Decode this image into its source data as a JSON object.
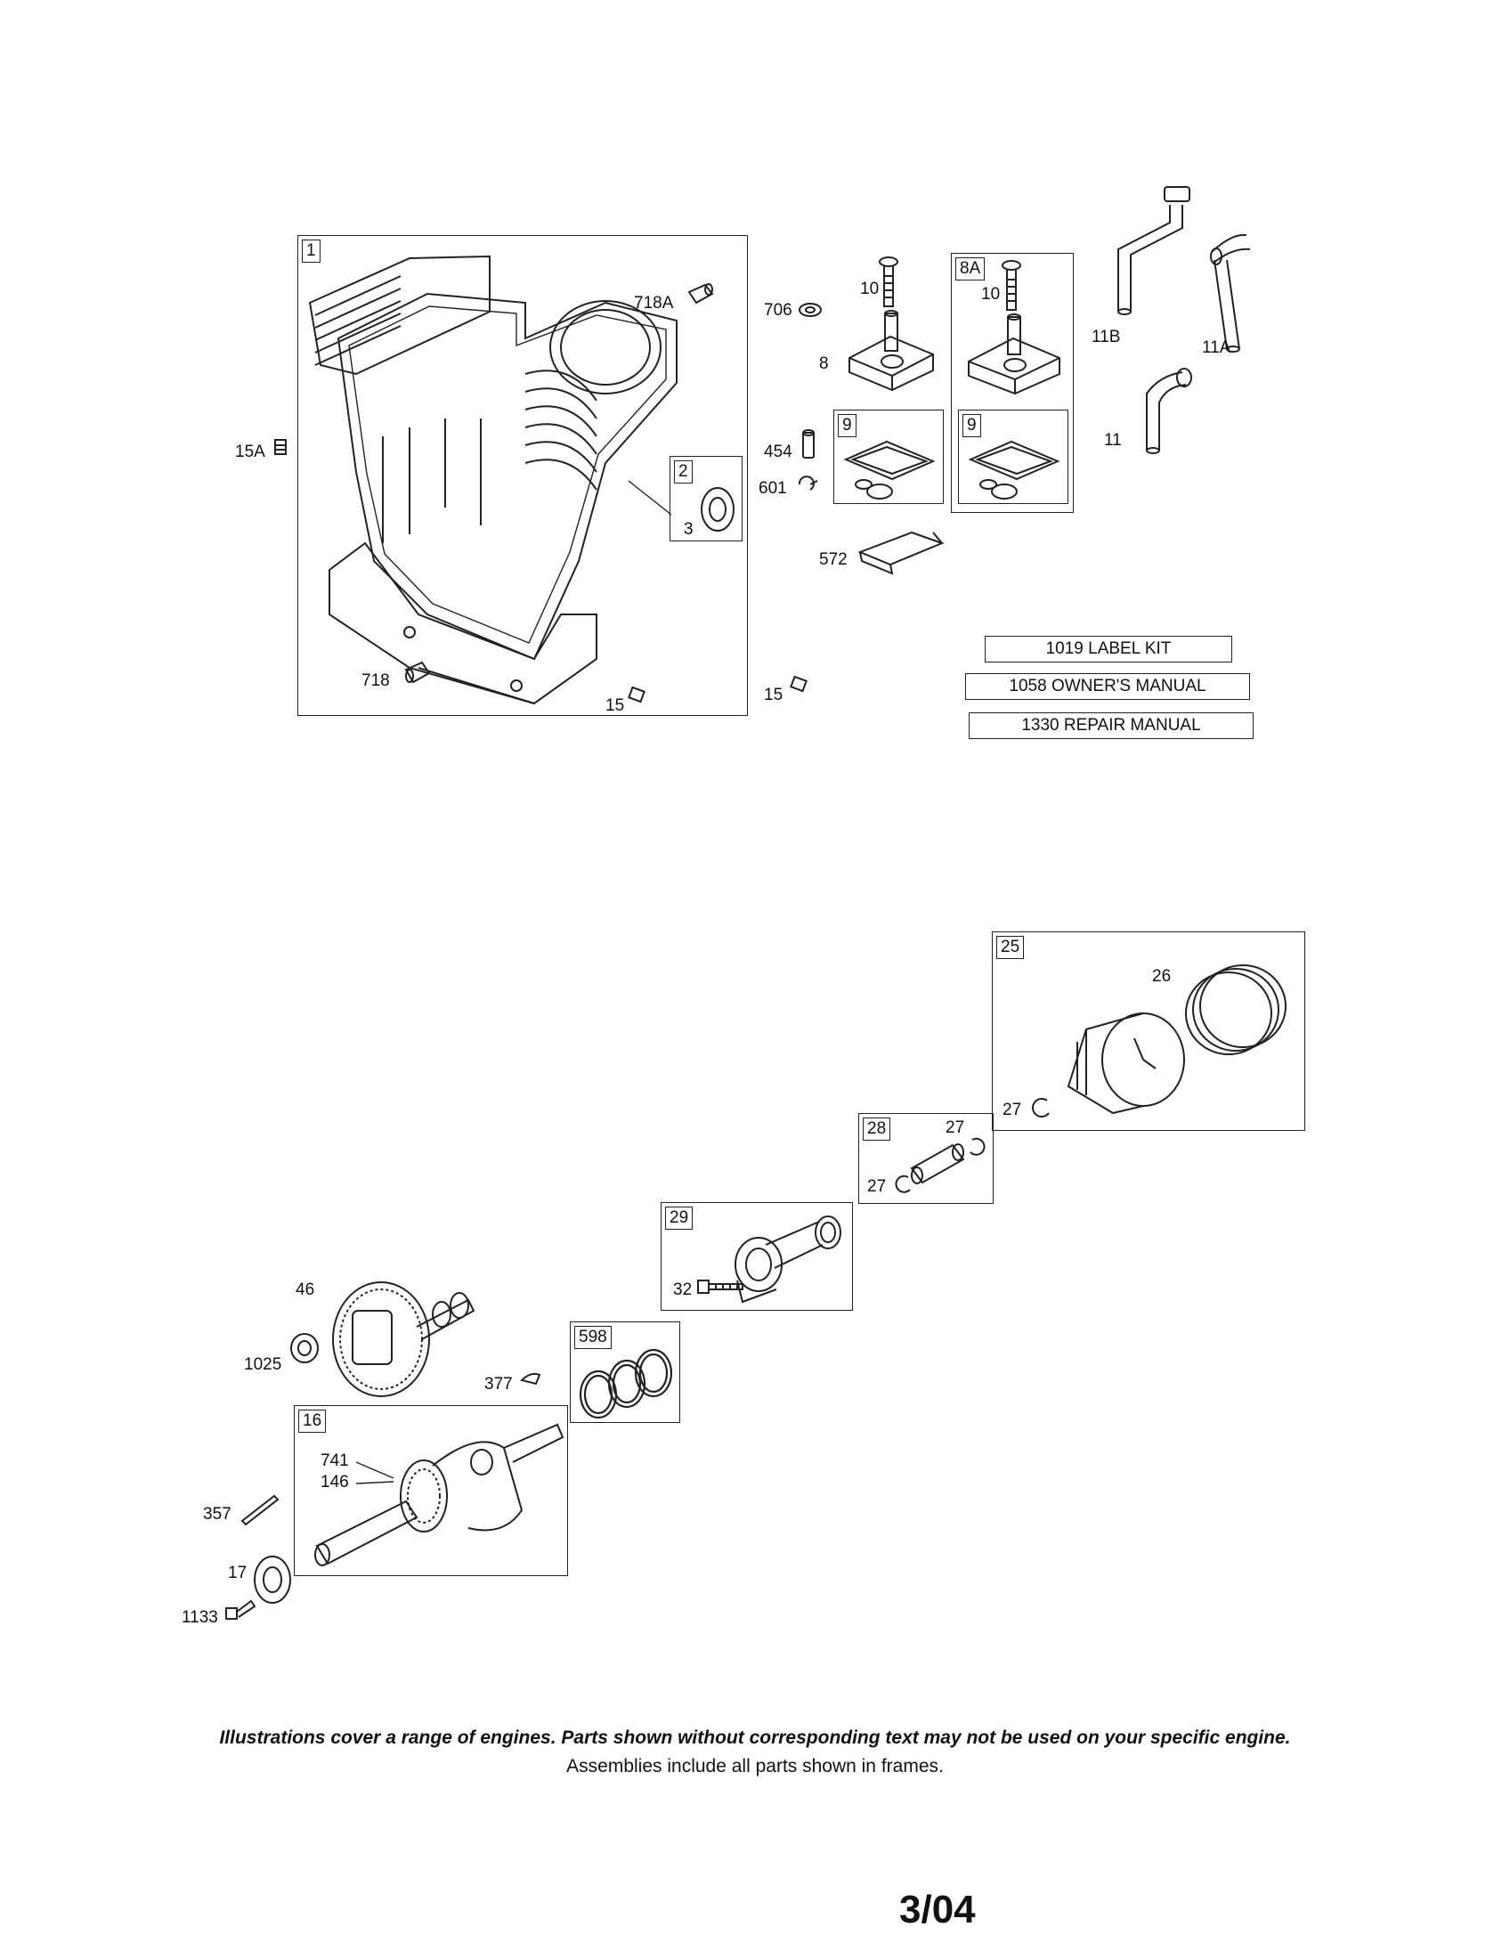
{
  "frames": {
    "engine_block": "1",
    "seal_kit": "2",
    "breather_kit": "8A",
    "gasket_a": "9",
    "gasket_b": "9",
    "piston_assembly": "25",
    "piston_pin_kit": "28",
    "connecting_rod": "29",
    "ring_set": "598",
    "crankshaft": "16"
  },
  "callouts": {
    "p718a": "718A",
    "p15a": "15A",
    "p3": "3",
    "p718": "718",
    "p15_block": "15",
    "p15_loose": "15",
    "p706": "706",
    "p10_a": "10",
    "p10_b": "10",
    "p8": "8",
    "p454": "454",
    "p601": "601",
    "p572": "572",
    "p11b": "11B",
    "p11a": "11A",
    "p11": "11",
    "p26": "26",
    "p27_piston": "27",
    "p27_pin_top": "27",
    "p27_pin_bottom": "27",
    "p32": "32",
    "p46": "46",
    "p1025": "1025",
    "p377": "377",
    "p741": "741",
    "p146": "146",
    "p357": "357",
    "p17": "17",
    "p1133": "1133"
  },
  "kits": {
    "label_kit": "1019 LABEL KIT",
    "owners_manual": "1058 OWNER'S MANUAL",
    "repair_manual": "1330 REPAIR MANUAL"
  },
  "footer": {
    "disclaimer": "Illustrations cover a range of engines. Parts shown without corresponding text may not be used on your specific engine.",
    "assemblies_note": "Assemblies include all parts shown in frames.",
    "page_date": "3/04"
  }
}
